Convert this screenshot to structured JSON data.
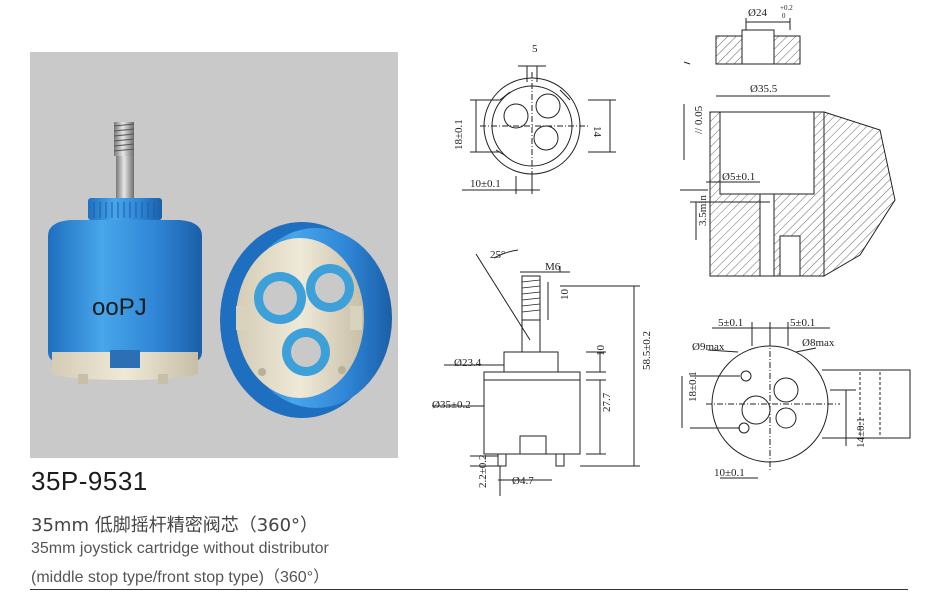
{
  "brand": "ooPJ",
  "product": {
    "model": "35P-9531",
    "title_cn": "35mm 低脚摇杆精密阀芯（360°）",
    "title_en": "35mm joystick cartridge without distributor",
    "subtitle_en": "(middle stop type/front stop type)（360°）"
  },
  "dimensions": {
    "top_view": {
      "top": "5",
      "height": "18±0.1",
      "right": "14",
      "bottom": "10±0.1"
    },
    "side_view": {
      "angle": "25°",
      "thread": "M6",
      "stem_len": "10",
      "ring_dia": "Ø23.4",
      "body_dia": "Ø35±0.2",
      "collar": "10",
      "body_h": "27.7",
      "total_h": "58.5±0.2",
      "foot": "2.2±0.2",
      "pin_dia": "Ø4.7"
    },
    "section_view": {
      "top_dia": "Ø24",
      "tol_upper": "+0.2",
      "tol_lower": "0",
      "body_dia": "Ø35.5",
      "flat": "// 0.05",
      "hole_dia": "Ø5±0.1",
      "min_depth": "3.5min"
    },
    "base_view": {
      "left_off": "5±0.1",
      "right_off": "5±0.1",
      "hole_large": "Ø9max",
      "hole_small": "Ø8max",
      "height": "18±0.1",
      "right": "14±0.1",
      "bottom": "10±0.1"
    }
  }
}
